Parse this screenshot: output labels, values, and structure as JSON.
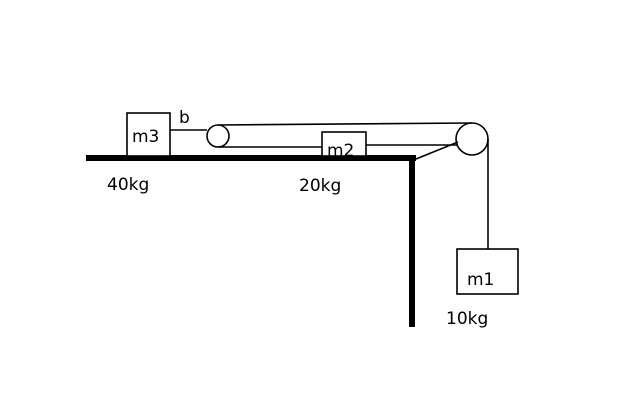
{
  "diagram": {
    "blocks": [
      {
        "id": "m3",
        "name": "m3",
        "mass": "40kg"
      },
      {
        "id": "m2",
        "name": "m2",
        "mass": "20kg"
      },
      {
        "id": "m1",
        "name": "m1",
        "mass": "10kg"
      }
    ],
    "rope_label": "b",
    "colors": {
      "ink": "#000000",
      "background": "#ffffff"
    }
  }
}
